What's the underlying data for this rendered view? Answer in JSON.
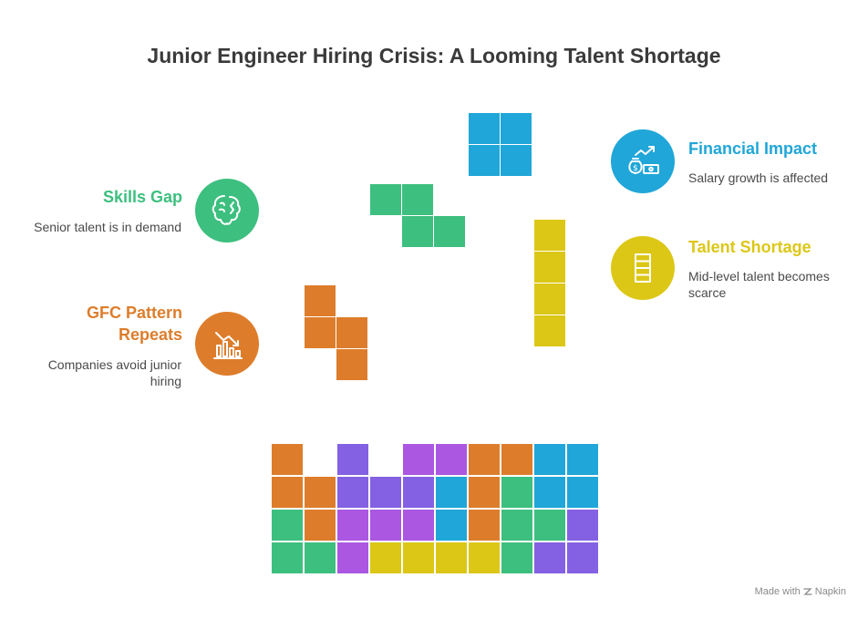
{
  "title": "Junior Engineer Hiring Crisis: A Looming Talent Shortage",
  "colors": {
    "green": "#3dbf7f",
    "orange": "#dd7d2b",
    "blue": "#20a6d8",
    "yellow": "#dcc716",
    "purple": "#8461e3",
    "violet": "#ab57e2"
  },
  "items": {
    "skills_gap": {
      "title": "Skills Gap",
      "description": "Senior talent is in demand",
      "color": "#3dbf7f",
      "icon": "brain-icon"
    },
    "gfc_pattern": {
      "title_line1": "GFC Pattern",
      "title_line2": "Repeats",
      "description_line1": "Companies avoid junior",
      "description_line2": "hiring",
      "color": "#dd7d2b",
      "icon": "declining-chart-icon"
    },
    "financial_impact": {
      "title": "Financial Impact",
      "description": "Salary growth is affected",
      "color": "#20a6d8",
      "icon": "money-growth-icon"
    },
    "talent_shortage": {
      "title": "Talent Shortage",
      "description_line1": "Mid-level talent becomes",
      "description_line2": "scarce",
      "color": "#dcc716",
      "icon": "stacked-blocks-icon"
    }
  },
  "footer": {
    "prefix": "Made with",
    "brand": "Napkin",
    "icon": "napkin-logo-icon"
  }
}
